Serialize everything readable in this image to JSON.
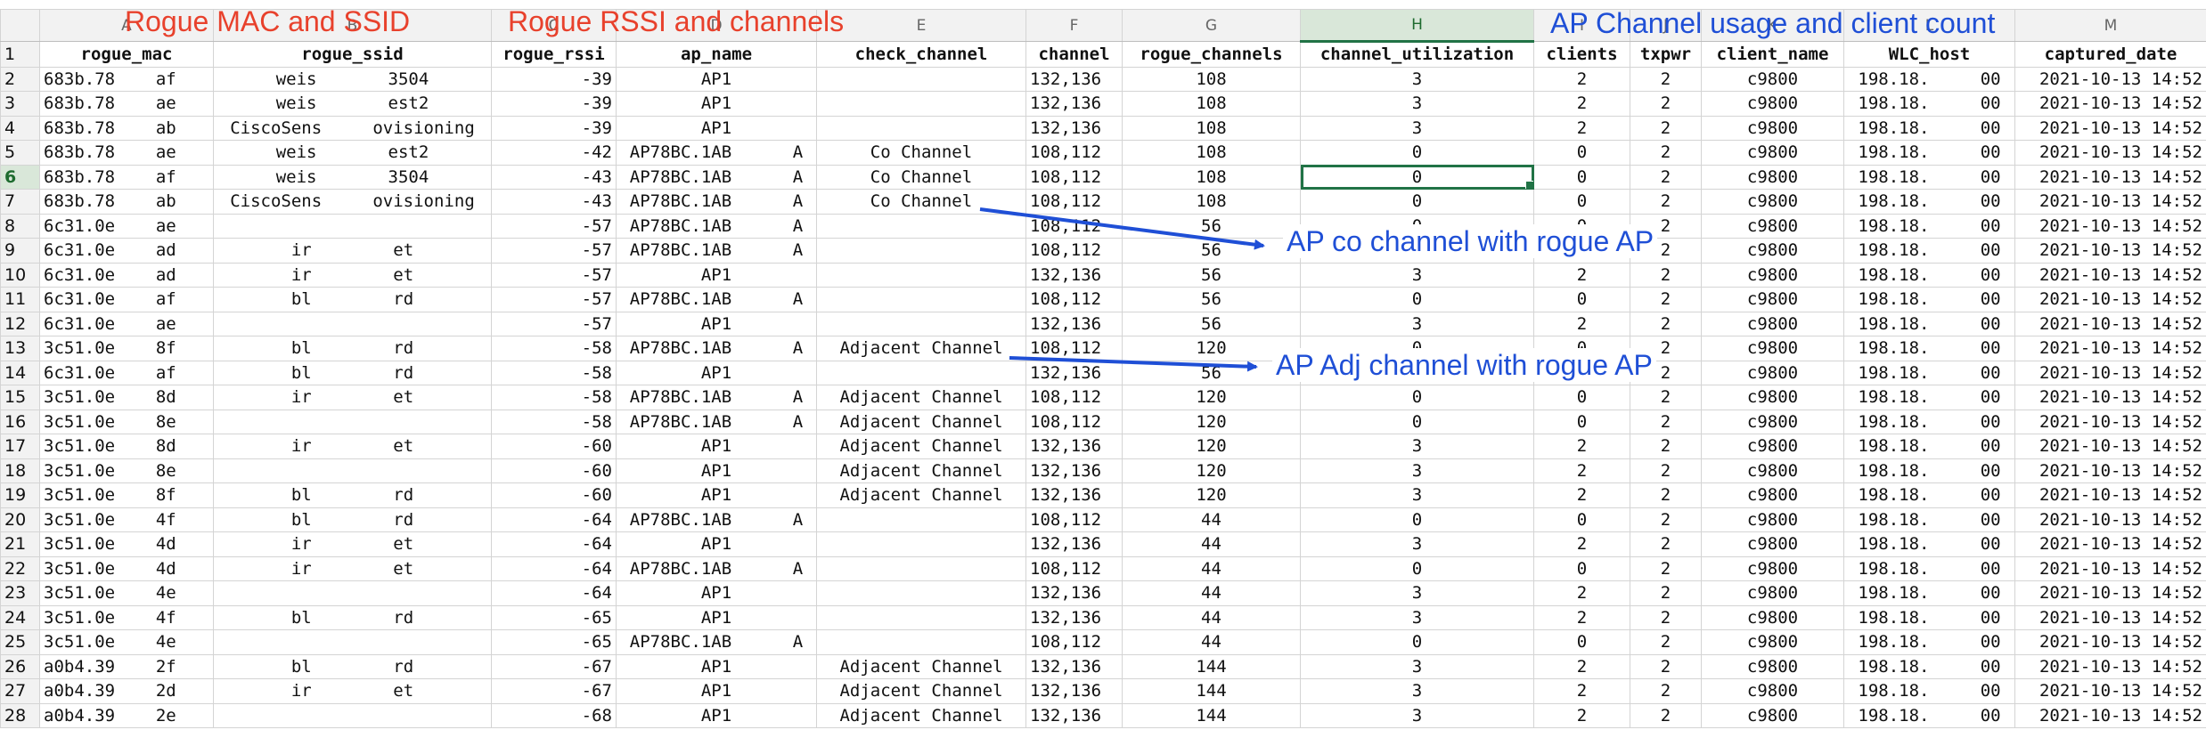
{
  "column_letters": [
    "",
    "A",
    "B",
    "C",
    "D",
    "E",
    "F",
    "G",
    "H",
    "I",
    "J",
    "K",
    "L",
    "M"
  ],
  "selected_column": "H",
  "selected_row": "6",
  "headers": [
    "rogue_mac",
    "rogue_ssid",
    "rogue_rssi",
    "ap_name",
    "check_channel",
    "channel",
    "rogue_channels",
    "channel_utilization",
    "clients",
    "txpwr",
    "client_name",
    "WLC_host",
    "captured_date"
  ],
  "row_numbers": [
    "1",
    "2",
    "3",
    "4",
    "5",
    "6",
    "7",
    "8",
    "9",
    "10",
    "11",
    "12",
    "13",
    "14",
    "15",
    "16",
    "17",
    "18",
    "19",
    "20",
    "21",
    "22",
    "23",
    "24",
    "25",
    "26",
    "27",
    "28"
  ],
  "rows": [
    [
      "683b.78    af",
      "weis       3504",
      "-39",
      "AP1",
      "",
      "132,136",
      "108",
      "3",
      "2",
      "2",
      "c9800",
      "198.18.     00",
      "2021-10-13 14:52"
    ],
    [
      "683b.78    ae",
      "weis       est2",
      "-39",
      "AP1",
      "",
      "132,136",
      "108",
      "3",
      "2",
      "2",
      "c9800",
      "198.18.     00",
      "2021-10-13 14:52"
    ],
    [
      "683b.78    ab",
      "CiscoSens     ovisioning",
      "-39",
      "AP1",
      "",
      "132,136",
      "108",
      "3",
      "2",
      "2",
      "c9800",
      "198.18.     00",
      "2021-10-13 14:52"
    ],
    [
      "683b.78    ae",
      "weis       est2",
      "-42",
      "AP78BC.1AB      A",
      "Co Channel",
      "108,112",
      "108",
      "0",
      "0",
      "2",
      "c9800",
      "198.18.     00",
      "2021-10-13 14:52"
    ],
    [
      "683b.78    af",
      "weis       3504",
      "-43",
      "AP78BC.1AB      A",
      "Co Channel",
      "108,112",
      "108",
      "0",
      "0",
      "2",
      "c9800",
      "198.18.     00",
      "2021-10-13 14:52"
    ],
    [
      "683b.78    ab",
      "CiscoSens     ovisioning",
      "-43",
      "AP78BC.1AB      A",
      "Co Channel",
      "108,112",
      "108",
      "0",
      "0",
      "2",
      "c9800",
      "198.18.     00",
      "2021-10-13 14:52"
    ],
    [
      "6c31.0e    ae",
      "",
      "-57",
      "AP78BC.1AB      A",
      "",
      "108,112",
      "56",
      "0",
      "0",
      "2",
      "c9800",
      "198.18.     00",
      "2021-10-13 14:52"
    ],
    [
      "6c31.0e    ad",
      "ir        et",
      "-57",
      "AP78BC.1AB      A",
      "",
      "108,112",
      "56",
      "0",
      "0",
      "2",
      "c9800",
      "198.18.     00",
      "2021-10-13 14:52"
    ],
    [
      "6c31.0e    ad",
      "ir        et",
      "-57",
      "AP1",
      "",
      "132,136",
      "56",
      "3",
      "2",
      "2",
      "c9800",
      "198.18.     00",
      "2021-10-13 14:52"
    ],
    [
      "6c31.0e    af",
      "bl        rd",
      "-57",
      "AP78BC.1AB      A",
      "",
      "108,112",
      "56",
      "0",
      "0",
      "2",
      "c9800",
      "198.18.     00",
      "2021-10-13 14:52"
    ],
    [
      "6c31.0e    ae",
      "",
      "-57",
      "AP1",
      "",
      "132,136",
      "56",
      "3",
      "2",
      "2",
      "c9800",
      "198.18.     00",
      "2021-10-13 14:52"
    ],
    [
      "3c51.0e    8f",
      "bl        rd",
      "-58",
      "AP78BC.1AB      A",
      "Adjacent Channel",
      "108,112",
      "120",
      "0",
      "0",
      "2",
      "c9800",
      "198.18.     00",
      "2021-10-13 14:52"
    ],
    [
      "6c31.0e    af",
      "bl        rd",
      "-58",
      "AP1",
      "",
      "132,136",
      "56",
      "3",
      "2",
      "2",
      "c9800",
      "198.18.     00",
      "2021-10-13 14:52"
    ],
    [
      "3c51.0e    8d",
      "ir        et",
      "-58",
      "AP78BC.1AB      A",
      "Adjacent Channel",
      "108,112",
      "120",
      "0",
      "0",
      "2",
      "c9800",
      "198.18.     00",
      "2021-10-13 14:52"
    ],
    [
      "3c51.0e    8e",
      "",
      "-58",
      "AP78BC.1AB      A",
      "Adjacent Channel",
      "108,112",
      "120",
      "0",
      "0",
      "2",
      "c9800",
      "198.18.     00",
      "2021-10-13 14:52"
    ],
    [
      "3c51.0e    8d",
      "ir        et",
      "-60",
      "AP1",
      "Adjacent Channel",
      "132,136",
      "120",
      "3",
      "2",
      "2",
      "c9800",
      "198.18.     00",
      "2021-10-13 14:52"
    ],
    [
      "3c51.0e    8e",
      "",
      "-60",
      "AP1",
      "Adjacent Channel",
      "132,136",
      "120",
      "3",
      "2",
      "2",
      "c9800",
      "198.18.     00",
      "2021-10-13 14:52"
    ],
    [
      "3c51.0e    8f",
      "bl        rd",
      "-60",
      "AP1",
      "Adjacent Channel",
      "132,136",
      "120",
      "3",
      "2",
      "2",
      "c9800",
      "198.18.     00",
      "2021-10-13 14:52"
    ],
    [
      "3c51.0e    4f",
      "bl        rd",
      "-64",
      "AP78BC.1AB      A",
      "",
      "108,112",
      "44",
      "0",
      "0",
      "2",
      "c9800",
      "198.18.     00",
      "2021-10-13 14:52"
    ],
    [
      "3c51.0e    4d",
      "ir        et",
      "-64",
      "AP1",
      "",
      "132,136",
      "44",
      "3",
      "2",
      "2",
      "c9800",
      "198.18.     00",
      "2021-10-13 14:52"
    ],
    [
      "3c51.0e    4d",
      "ir        et",
      "-64",
      "AP78BC.1AB      A",
      "",
      "108,112",
      "44",
      "0",
      "0",
      "2",
      "c9800",
      "198.18.     00",
      "2021-10-13 14:52"
    ],
    [
      "3c51.0e    4e",
      "",
      "-64",
      "AP1",
      "",
      "132,136",
      "44",
      "3",
      "2",
      "2",
      "c9800",
      "198.18.     00",
      "2021-10-13 14:52"
    ],
    [
      "3c51.0e    4f",
      "bl        rd",
      "-65",
      "AP1",
      "",
      "132,136",
      "44",
      "3",
      "2",
      "2",
      "c9800",
      "198.18.     00",
      "2021-10-13 14:52"
    ],
    [
      "3c51.0e    4e",
      "",
      "-65",
      "AP78BC.1AB      A",
      "",
      "108,112",
      "44",
      "0",
      "0",
      "2",
      "c9800",
      "198.18.     00",
      "2021-10-13 14:52"
    ],
    [
      "a0b4.39    2f",
      "bl        rd",
      "-67",
      "AP1",
      "Adjacent Channel",
      "132,136",
      "144",
      "3",
      "2",
      "2",
      "c9800",
      "198.18.     00",
      "2021-10-13 14:52"
    ],
    [
      "a0b4.39    2d",
      "ir        et",
      "-67",
      "AP1",
      "Adjacent Channel",
      "132,136",
      "144",
      "3",
      "2",
      "2",
      "c9800",
      "198.18.     00",
      "2021-10-13 14:52"
    ],
    [
      "a0b4.39    2e",
      "",
      "-68",
      "AP1",
      "Adjacent Channel",
      "132,136",
      "144",
      "3",
      "2",
      "2",
      "c9800",
      "198.18.     00",
      "2021-10-13 14:52"
    ]
  ],
  "annotations": {
    "rogue_mac_ssid": "Rogue MAC and SSID",
    "rogue_rssi_channels": "Rogue RSSI and channels",
    "ap_channel_usage": "AP Channel usage and client count",
    "co_channel_note": "AP co channel  with rogue AP",
    "adj_channel_note": "AP Adj channel  with rogue AP"
  },
  "colors": {
    "annotation_red": "#e8412c",
    "annotation_blue": "#1f4fd6",
    "selection_green": "#217346"
  }
}
